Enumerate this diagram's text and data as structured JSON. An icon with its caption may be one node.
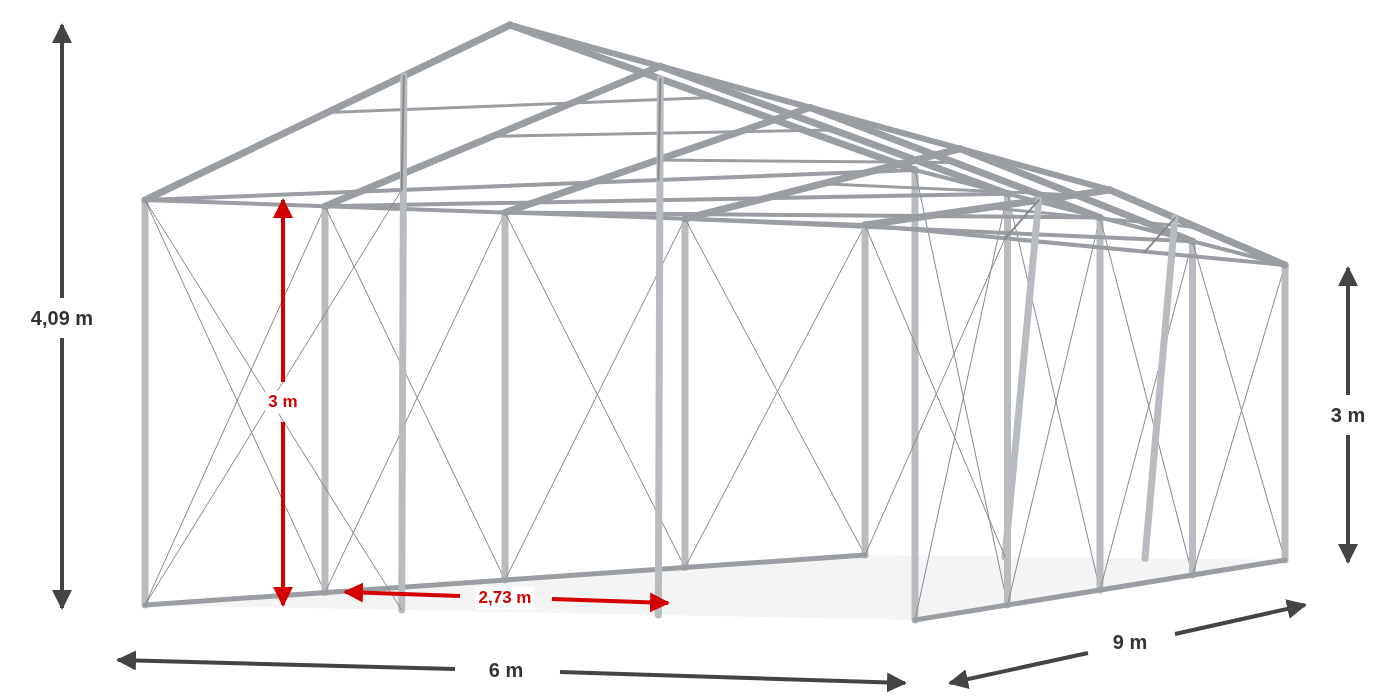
{
  "diagram": {
    "labels": [
      "4,09 m",
      "3 m",
      "3 m",
      "2,73 m",
      "9 m",
      "6 m"
    ]
  }
}
